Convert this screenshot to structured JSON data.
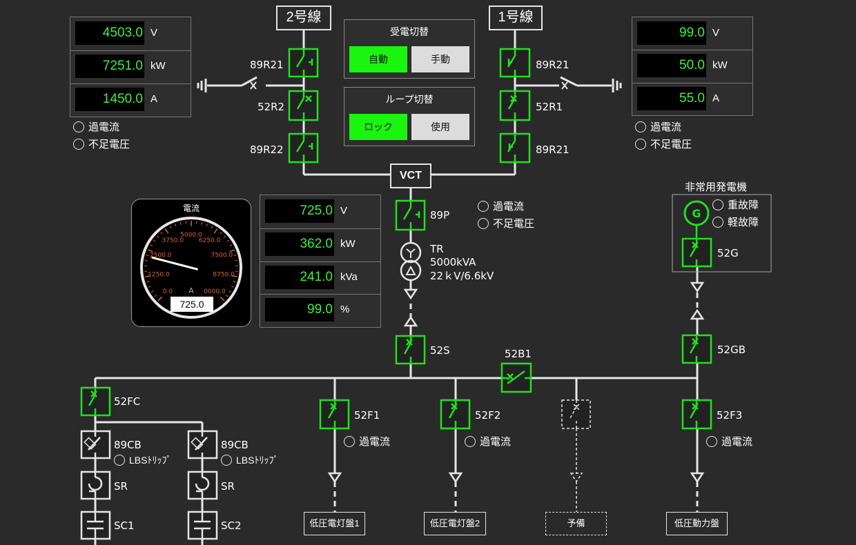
{
  "lines": {
    "line2": "2号線",
    "line1": "1号線"
  },
  "meters": {
    "left": [
      {
        "value": "4503.0",
        "unit": "V"
      },
      {
        "value": "7251.0",
        "unit": "kW"
      },
      {
        "value": "1450.0",
        "unit": "A"
      }
    ],
    "right": [
      {
        "value": "99.0",
        "unit": "V"
      },
      {
        "value": "50.0",
        "unit": "kW"
      },
      {
        "value": "55.0",
        "unit": "A"
      }
    ],
    "center": [
      {
        "value": "725.0",
        "unit": "V"
      },
      {
        "value": "362.0",
        "unit": "kW"
      },
      {
        "value": "241.0",
        "unit": "kVa"
      },
      {
        "value": "99.0",
        "unit": "%"
      }
    ]
  },
  "controls": {
    "power_switch": {
      "title": "受電切替",
      "auto": "自動",
      "manual": "手動"
    },
    "loop_switch": {
      "title": "ループ切替",
      "lock": "ロック",
      "use": "使用"
    }
  },
  "lamps": {
    "overcurrent": "過電流",
    "undervoltage": "不足電圧",
    "heavy_fault": "重故障",
    "light_fault": "軽故障",
    "lbs_trip": "LBSﾄﾘｯﾌﾟ"
  },
  "gauge": {
    "title": "電流",
    "unit": "A",
    "value": 725.0,
    "display": "725.0",
    "ticks": [
      "0.0",
      "1250.0",
      "2500.0",
      "3750.0",
      "5000.0",
      "6250.0",
      "7500.0",
      "8750.0",
      "0000.0"
    ]
  },
  "labels": {
    "89R21_left": "89R21",
    "52R2": "52R2",
    "89R22": "89R22",
    "89R21_right_top": "89R21",
    "52R1": "52R1",
    "89R21_right_bottom": "89R21",
    "vct": "VCT",
    "89P": "89P",
    "tr": "TR",
    "tr_cap": "5000kVA",
    "tr_volt": "22ｋV/6.6kV",
    "52S": "52S",
    "52B1": "52B1",
    "generator_title": "非常用発電機",
    "generator_symbol": "G",
    "52G": "52G",
    "52GB": "52GB",
    "52FC": "52FC",
    "89CB_1": "89CB",
    "89CB_2": "89CB",
    "SR_1": "SR",
    "SR_2": "SR",
    "SC1": "SC1",
    "SC2": "SC2",
    "52F1": "52F1",
    "52F2": "52F2",
    "52F3": "52F3"
  },
  "feeders": {
    "f1": "低圧電灯盤1",
    "f2": "低圧電灯盤2",
    "spare": "予備",
    "f3": "低圧動力盤"
  }
}
